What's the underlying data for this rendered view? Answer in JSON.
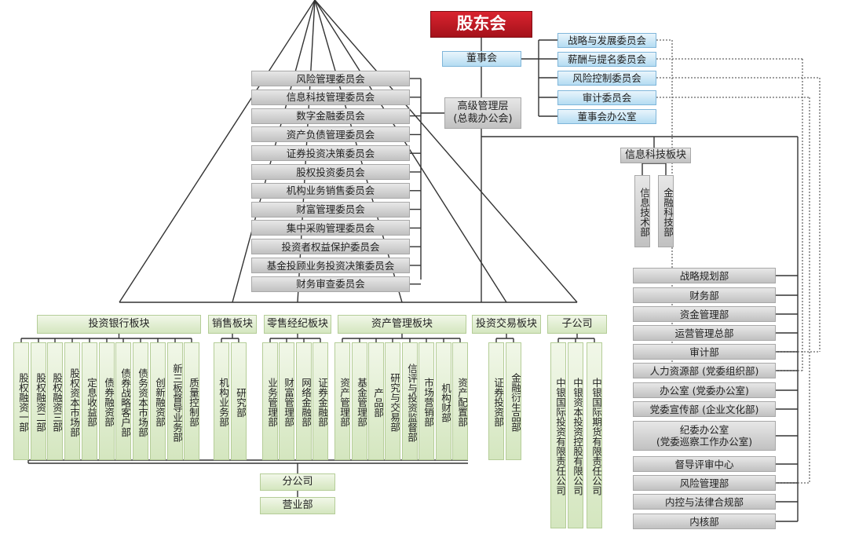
{
  "top": {
    "shareholders": "股东会",
    "board": "董事会",
    "management": "高级管理层\n(总裁办公会)"
  },
  "board_committees": [
    "战略与发展委员会",
    "薪酬与提名委员会",
    "风险控制委员会",
    "审计委员会",
    "董事会办公室"
  ],
  "mgmt_committees": [
    "风险管理委员会",
    "信息科技管理委员会",
    "数字金融委员会",
    "资产负债管理委员会",
    "证券投资决策委员会",
    "股权投资委员会",
    "机构业务销售委员会",
    "财富管理委员会",
    "集中采购管理委员会",
    "投资者权益保护委员会",
    "基金投顾业务投资决策委员会",
    "财务审查委员会"
  ],
  "it": {
    "title": "信息科技板块",
    "items": [
      "信息技术部",
      "金融科技部"
    ]
  },
  "functional_depts": [
    "战略规划部",
    "财务部",
    "资金管理部",
    "运营管理总部",
    "审计部",
    "人力资源部 (党委组织部)",
    "办公室 (党委办公室)",
    "党委宣传部 (企业文化部)",
    "纪委办公室\n(党委巡察工作办公室)",
    "督导评审中心",
    "风险管理部",
    "内控与法律合规部",
    "内核部"
  ],
  "segments": [
    {
      "title": "投资银行板块",
      "items": [
        "股权融资一部",
        "股权融资二部",
        "股权融资三部",
        "股权资本市场部",
        "定息收益部",
        "债券融资部",
        "债券战略客户部",
        "债务资本市场部",
        "创新融资部",
        "新三板督导业务部",
        "质量控制部"
      ]
    },
    {
      "title": "销售板块",
      "items": [
        "机构业务部",
        "研究部"
      ]
    },
    {
      "title": "零售经纪板块",
      "items": [
        "业务管理部",
        "财富管理部",
        "网络金融部",
        "证券金融部"
      ]
    },
    {
      "title": "资产管理板块",
      "items": [
        "资产管理部",
        "基金管理部",
        "产品部",
        "研究与交易部",
        "信评与投资监督部",
        "市场营销部",
        "机构财部",
        "资产配置部"
      ]
    },
    {
      "title": "投资交易板块",
      "items": [
        "证券投资部",
        "金融衍生品部"
      ]
    },
    {
      "title": "子公司",
      "items": [
        "中银国际投资有限责任公司",
        "中银资本投资控股有限公司",
        "中银国际期货有限责任公司"
      ]
    }
  ],
  "branches": {
    "branch": "分公司",
    "office": "营业部"
  }
}
